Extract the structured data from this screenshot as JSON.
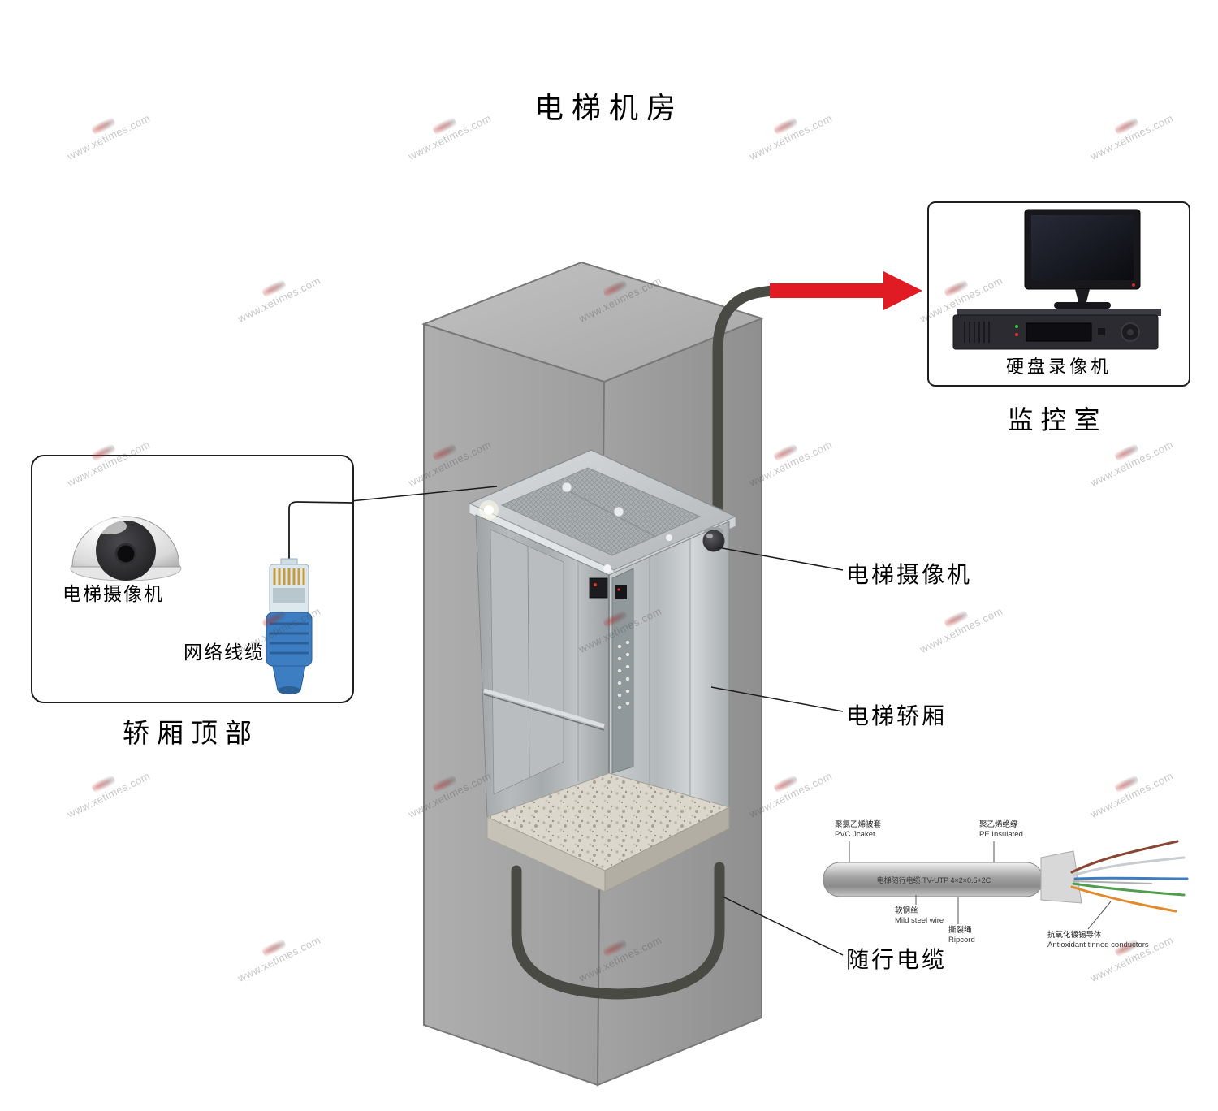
{
  "title": "电梯机房",
  "watermark": {
    "text": "www.xetimes.com"
  },
  "car_top_box": {
    "camera_label": "电梯摄像机",
    "cable_label": "网络线缆",
    "caption": "轿厢顶部"
  },
  "monitor_box": {
    "dvr_label": "硬盘录像机",
    "caption": "监控室"
  },
  "callouts": {
    "camera": "电梯摄像机",
    "car": "电梯轿厢",
    "trailing_cable": "随行电缆"
  },
  "cable_diagram": {
    "cable_text": "电梯随行电缆 TV-UTP 4×2×0.5+2C",
    "labels": [
      {
        "zh": "聚氯乙烯被套",
        "en": "PVC Jcaket"
      },
      {
        "zh": "聚乙烯绝缘",
        "en": "PE Insulated"
      },
      {
        "zh": "软钢丝",
        "en": "Mild steel wire"
      },
      {
        "zh": "撕裂绳",
        "en": "Ripcord"
      },
      {
        "zh": "抗氧化镀锡导体",
        "en": "Antioxidant tinned conductors"
      }
    ]
  },
  "colors": {
    "arrow": "#e01b24",
    "shaft": "#a6a6a6",
    "cable": "#4a4a44"
  }
}
